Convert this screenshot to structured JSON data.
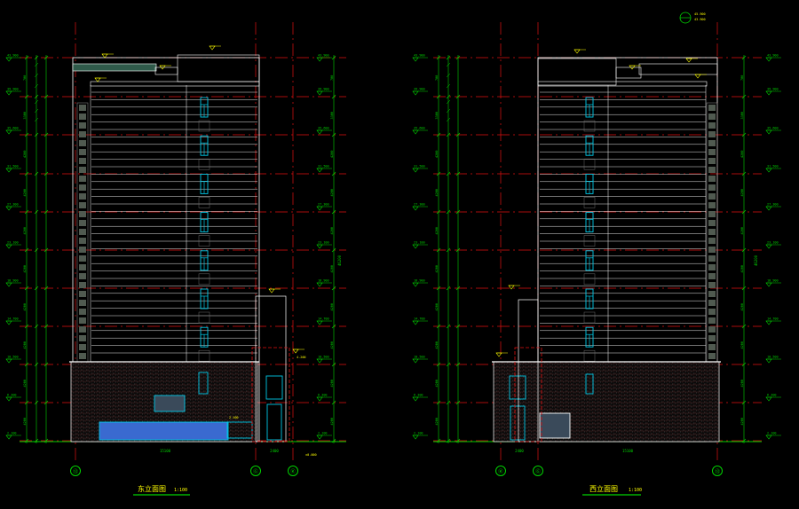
{
  "drawing": {
    "background": "#000000",
    "colors": {
      "dimension": "#00d400",
      "gridline": "#e01010",
      "building": "#ffffff",
      "glazing": "#00c8e6",
      "annotation": "#ffff00",
      "roof_hatch": "#3a8c6a",
      "brick": "#c03030"
    }
  },
  "elevations": [
    {
      "id": "east",
      "title": "东立面图",
      "scale": "1:100",
      "axis_labels": [
        "⑬",
        "Ⓖ",
        "Ⓚ"
      ],
      "level_marks": [
        "43.900",
        "39.900",
        "35.600",
        "31.500",
        "27.300",
        "23.100",
        "18.900",
        "14.700",
        "10.500",
        "6.300",
        "2.100",
        "±0.000"
      ],
      "floor_dims": [
        "700",
        "3300",
        "4200",
        "4200",
        "4200",
        "4200",
        "4200",
        "4200",
        "4200",
        "4200",
        "2100"
      ],
      "total_height": "46200",
      "bottom_dims": [
        "15100",
        "2400"
      ],
      "notes": [
        "4.200",
        "2.100",
        "±0.000"
      ]
    },
    {
      "id": "west",
      "title": "西立面图",
      "scale": "1:100",
      "axis_labels": [
        "Ⓚ",
        "Ⓖ",
        "⑬"
      ],
      "level_marks": [
        "43.900",
        "39.900",
        "35.600",
        "31.500",
        "27.300",
        "23.100",
        "18.900",
        "14.700",
        "10.500",
        "6.300",
        "2.100",
        "±0.000"
      ],
      "floor_dims": [
        "700",
        "3300",
        "4200",
        "4200",
        "4200",
        "4200",
        "4200",
        "4200",
        "4200",
        "4200",
        "2100"
      ],
      "total_height": "46200",
      "bottom_dims": [
        "2400",
        "15100"
      ],
      "notes": [
        "45.900",
        "43.900"
      ]
    }
  ]
}
